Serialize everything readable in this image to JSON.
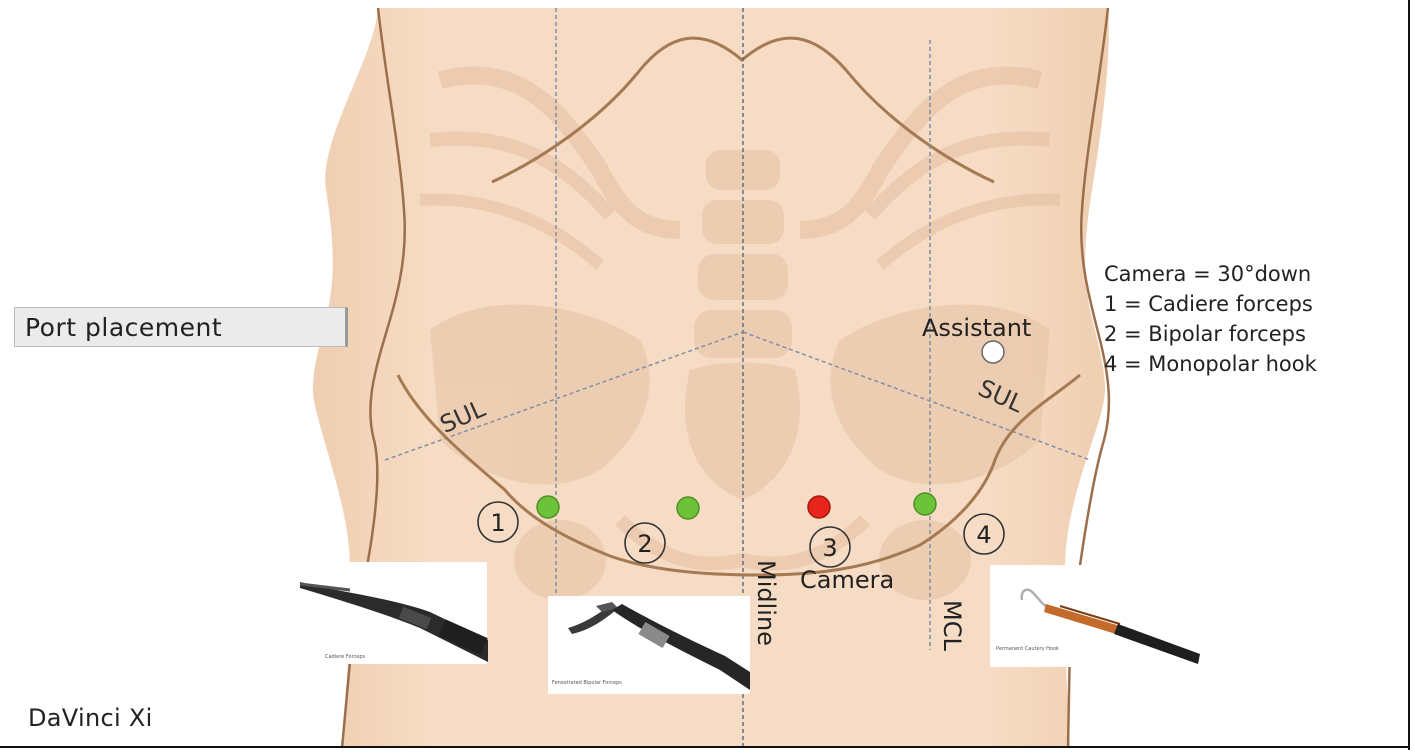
{
  "title": "Port placement",
  "footer": "DaVinci Xi",
  "legend": [
    "Camera = 30°down",
    "1 = Cadiere forceps",
    "2 = Bipolar forceps",
    "4 = Monopolar hook"
  ],
  "labels": {
    "sul_left": "SUL",
    "sul_right": "SUL",
    "assistant": "Assistant",
    "camera": "Camera",
    "midline": "Midline",
    "mcl": "MCL"
  },
  "ports": [
    {
      "number": "1",
      "role": "instrument",
      "color": "#6cc33a"
    },
    {
      "number": "2",
      "role": "instrument",
      "color": "#6cc33a"
    },
    {
      "number": "3",
      "role": "camera",
      "color": "#e8251b"
    },
    {
      "number": "4",
      "role": "instrument",
      "color": "#6cc33a"
    },
    {
      "number": "",
      "role": "assistant",
      "color": "#ffffff"
    }
  ],
  "instrument_photos": [
    {
      "caption": "Cadiere Forceps"
    },
    {
      "caption": "Fenestrated Bipolar Forceps"
    },
    {
      "caption": "Permanent Cautery Hook"
    }
  ],
  "colors": {
    "skin": "#f5d9c0",
    "skin_shadow": "#eac4a4",
    "bone": "#e9c7a9",
    "iliac_line": "#a57a52",
    "guide_line": "#7f8fa3"
  }
}
